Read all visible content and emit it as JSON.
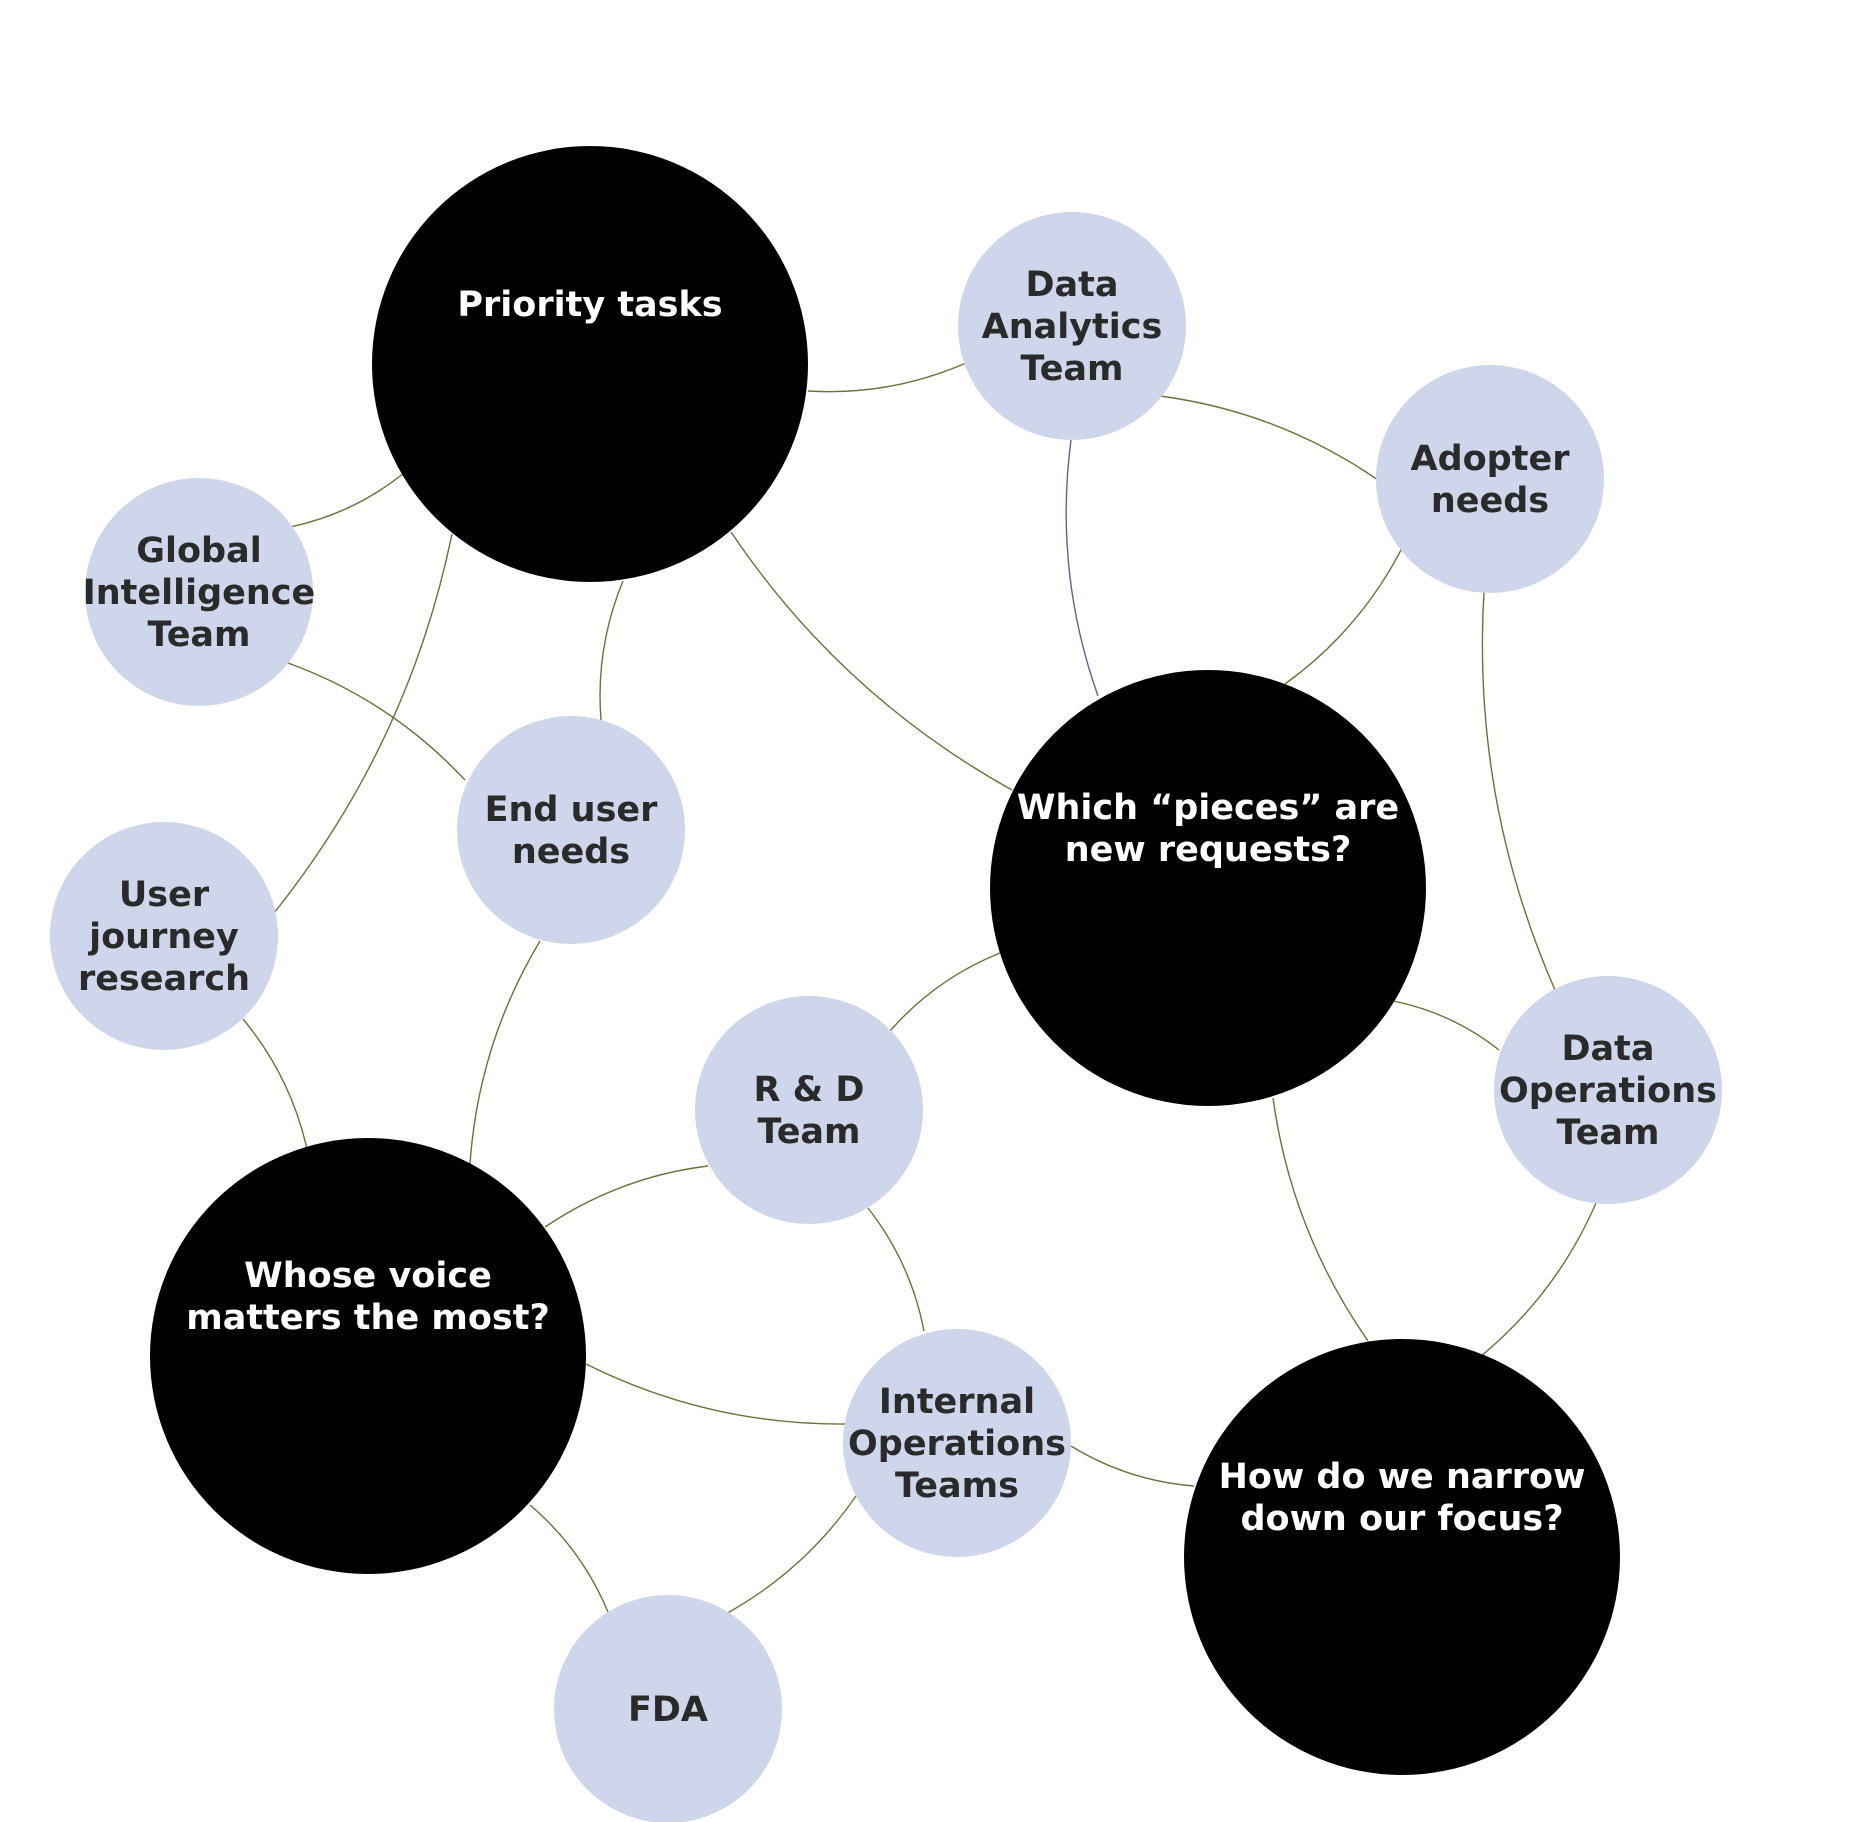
{
  "colors": {
    "background": "#ffffff",
    "primary_fill": "#000000",
    "primary_text": "#ffffff",
    "secondary_fill": "#cdd6ea",
    "secondary_text": "#2a2a2a",
    "edge": "#6f6f3a",
    "edge_alt": "#5a6787"
  },
  "nodes": [
    {
      "id": "priority",
      "kind": "primary",
      "lines": [
        "Priority tasks"
      ]
    },
    {
      "id": "pieces",
      "kind": "primary",
      "lines": [
        "Which “pieces” are",
        "new requests?"
      ]
    },
    {
      "id": "voice",
      "kind": "primary",
      "lines": [
        "Whose voice",
        "matters the most?"
      ]
    },
    {
      "id": "narrow",
      "kind": "primary",
      "lines": [
        "How do we narrow",
        "down our focus?"
      ]
    },
    {
      "id": "data-analytics",
      "kind": "secondary",
      "lines": [
        "Data",
        "Analytics",
        "Team"
      ]
    },
    {
      "id": "adopter",
      "kind": "secondary",
      "lines": [
        "Adopter",
        "needs"
      ]
    },
    {
      "id": "global-intel",
      "kind": "secondary",
      "lines": [
        "Global",
        "Intelligence",
        "Team"
      ]
    },
    {
      "id": "end-user",
      "kind": "secondary",
      "lines": [
        "End user",
        "needs"
      ]
    },
    {
      "id": "user-journey",
      "kind": "secondary",
      "lines": [
        "User",
        "journey",
        "research"
      ]
    },
    {
      "id": "rd",
      "kind": "secondary",
      "lines": [
        "R & D",
        "Team"
      ]
    },
    {
      "id": "data-ops",
      "kind": "secondary",
      "lines": [
        "Data",
        "Operations",
        "Team"
      ]
    },
    {
      "id": "internal-ops",
      "kind": "secondary",
      "lines": [
        "Internal",
        "Operations",
        "Teams"
      ]
    },
    {
      "id": "fda",
      "kind": "secondary",
      "lines": [
        "FDA"
      ]
    }
  ],
  "edges": [
    {
      "from": "priority",
      "to": "data-analytics"
    },
    {
      "from": "priority",
      "to": "global-intel"
    },
    {
      "from": "priority",
      "to": "end-user"
    },
    {
      "from": "priority",
      "to": "user-journey"
    },
    {
      "from": "priority",
      "to": "pieces"
    },
    {
      "from": "data-analytics",
      "to": "adopter"
    },
    {
      "from": "data-analytics",
      "to": "pieces",
      "alt": true
    },
    {
      "from": "adopter",
      "to": "pieces"
    },
    {
      "from": "adopter",
      "to": "data-ops"
    },
    {
      "from": "global-intel",
      "to": "end-user"
    },
    {
      "from": "end-user",
      "to": "voice"
    },
    {
      "from": "user-journey",
      "to": "voice"
    },
    {
      "from": "pieces",
      "to": "rd"
    },
    {
      "from": "pieces",
      "to": "data-ops"
    },
    {
      "from": "pieces",
      "to": "narrow"
    },
    {
      "from": "data-ops",
      "to": "narrow"
    },
    {
      "from": "rd",
      "to": "voice"
    },
    {
      "from": "rd",
      "to": "internal-ops"
    },
    {
      "from": "voice",
      "to": "internal-ops"
    },
    {
      "from": "voice",
      "to": "fda"
    },
    {
      "from": "internal-ops",
      "to": "narrow"
    },
    {
      "from": "internal-ops",
      "to": "fda"
    }
  ]
}
